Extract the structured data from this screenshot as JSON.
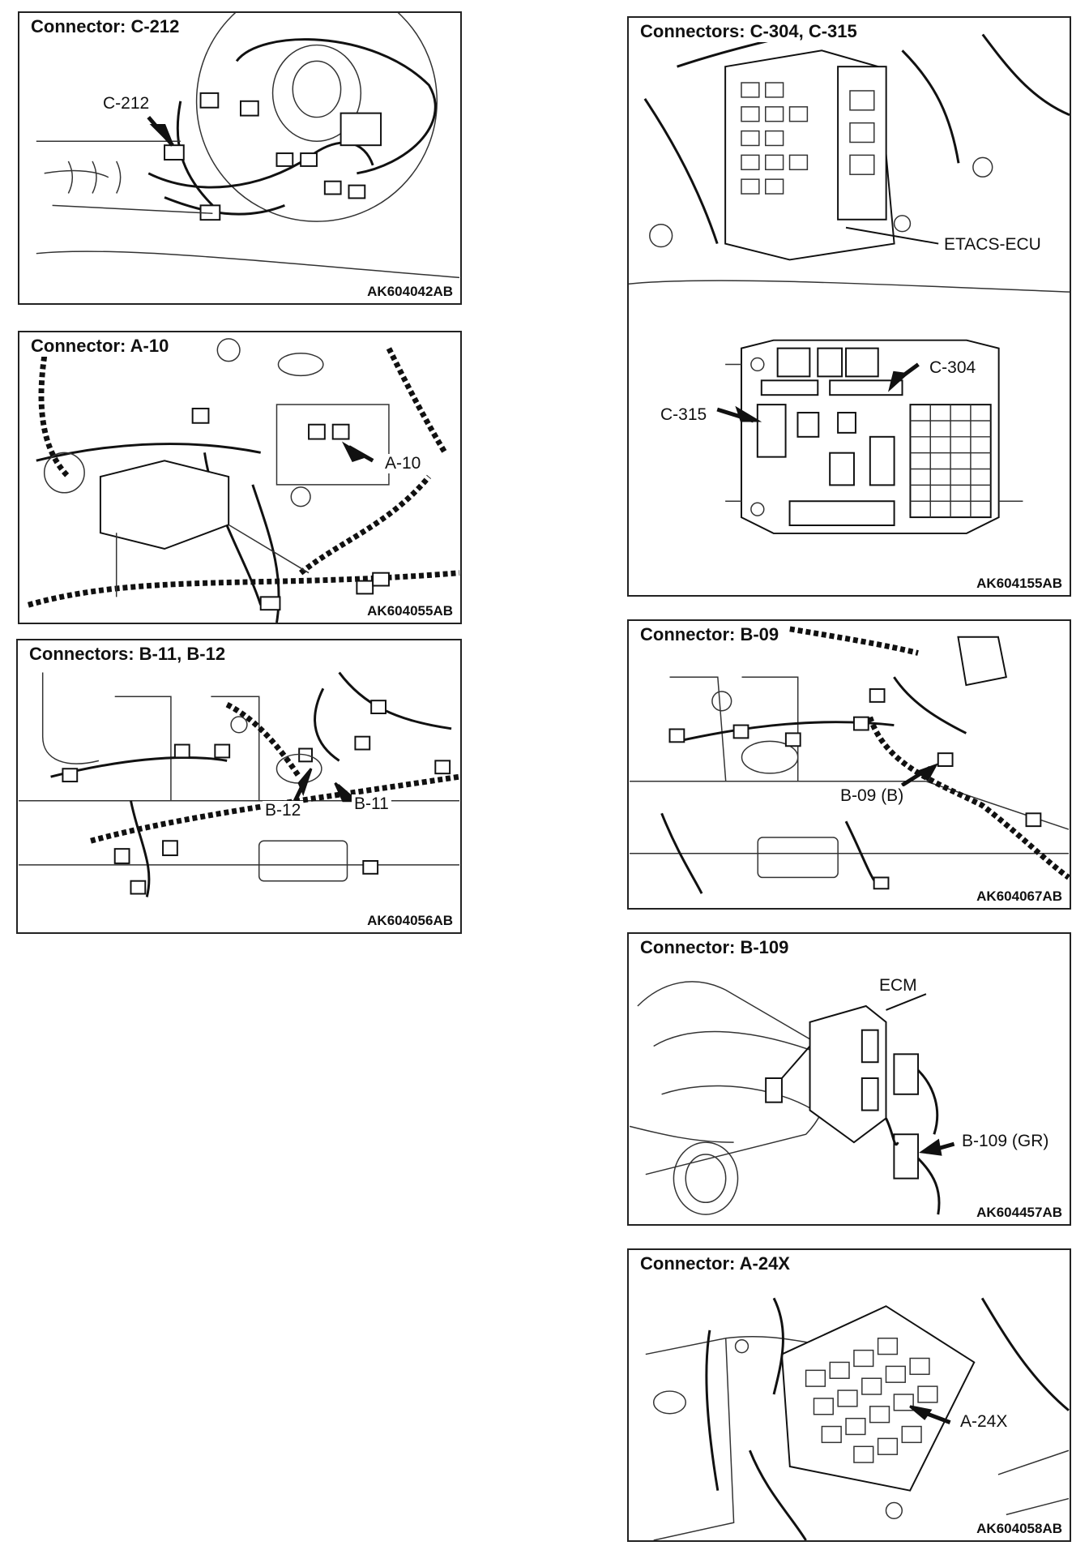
{
  "panels": {
    "c212": {
      "title": "Connector: C-212",
      "callouts": [
        "C-212"
      ],
      "id": "AK604042AB"
    },
    "a10": {
      "title": "Connector: A-10",
      "callouts": [
        "A-10"
      ],
      "id": "AK604055AB"
    },
    "b11b12": {
      "title": "Connectors: B-11, B-12",
      "callouts": [
        "B-12",
        "B-11"
      ],
      "id": "AK604056AB"
    },
    "c304c315": {
      "title": "Connectors: C-304, C-315",
      "callouts": [
        "ETACS-ECU",
        "C-304",
        "C-315"
      ],
      "id": "AK604155AB"
    },
    "b09": {
      "title": "Connector: B-09",
      "callouts": [
        "B-09 (B)"
      ],
      "id": "AK604067AB"
    },
    "b109": {
      "title": "Connector: B-109",
      "callouts": [
        "ECM",
        "B-109 (GR)"
      ],
      "id": "AK604457AB"
    },
    "a24x": {
      "title": "Connector: A-24X",
      "callouts": [
        "A-24X"
      ],
      "id": "AK604058AB"
    }
  }
}
